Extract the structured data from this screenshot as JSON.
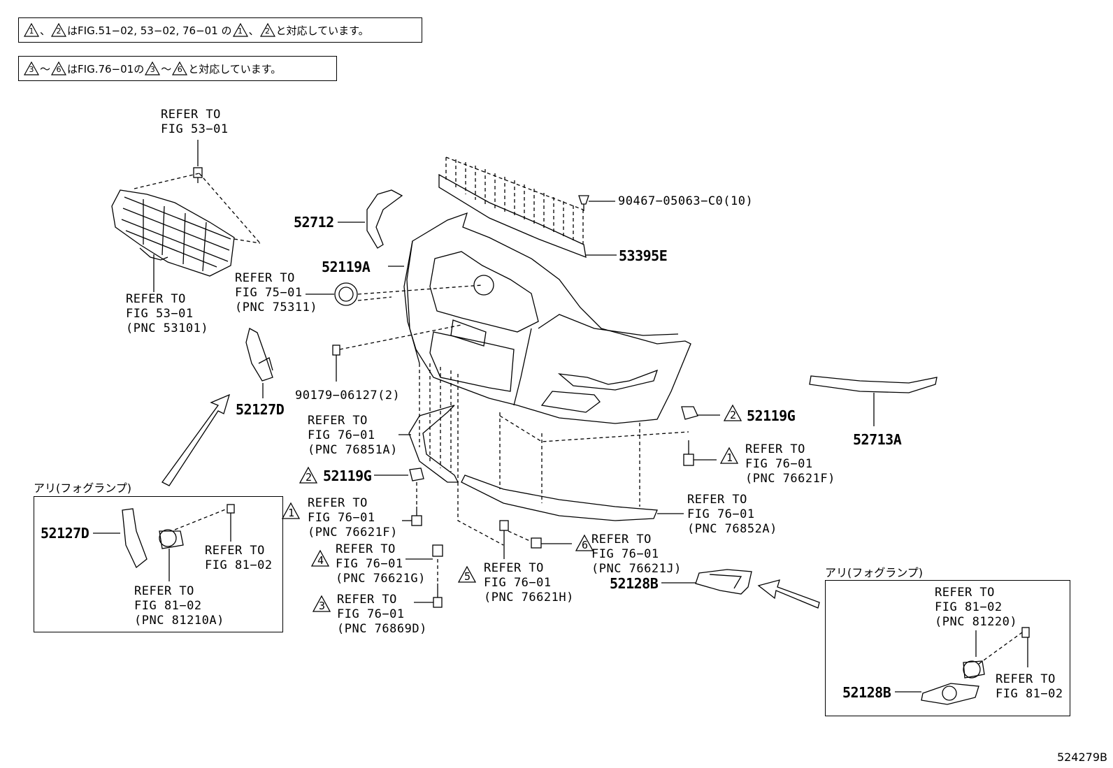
{
  "notes": [
    {
      "text_a": "、",
      "text_b": "はFIG.51−02, 53−02, 76−01 の",
      "text_c": "、",
      "text_d": "と対応しています。"
    },
    {
      "text_a": "〜",
      "text_b": "はFIG.76−01の",
      "text_c": "〜",
      "text_d": "と対応しています。"
    }
  ],
  "triangles": {
    "t1": "1",
    "t2": "2",
    "t3": "3",
    "t4": "4",
    "t5": "5",
    "t6": "6"
  },
  "parts": {
    "p52712": "52712",
    "p52119A": "52119A",
    "p53395E": "53395E",
    "p90467": "90467−05063−C0(10)",
    "p90179": "90179−06127(2)",
    "p52127D": "52127D",
    "p52127D_b": "52127D",
    "p52119G_r": "52119G",
    "p52119G_l": "52119G",
    "p52713A": "52713A",
    "p52128B": "52128B",
    "p52128B_b": "52128B"
  },
  "refs": {
    "r5301_top": "REFER TO\nFIG 53−01",
    "r5301_grille": "REFER TO\nFIG 53−01\n(PNC 53101)",
    "r7501": "REFER TO\nFIG 75−01\n(PNC 75311)",
    "r76851A": "REFER TO\nFIG 76−01\n(PNC 76851A)",
    "r76621F_r": "REFER TO\nFIG 76−01\n(PNC 76621F)",
    "r76621F_l": "REFER TO\nFIG 76−01\n(PNC 76621F)",
    "r76852A": "REFER TO\nFIG 76−01\n(PNC 76852A)",
    "r76621G": "REFER TO\nFIG 76−01\n(PNC 76621G)",
    "r76869D": "REFER TO\nFIG 76−01\n(PNC 76869D)",
    "r76621H": "REFER TO\nFIG 76−01\n(PNC 76621H)",
    "r76621J": "REFER TO\nFIG 76−01\n(PNC 76621J)",
    "r8102_l": "REFER TO\nFIG 81−02",
    "r81210A": "REFER TO\nFIG 81−02\n(PNC 81210A)",
    "r81220": "REFER TO\nFIG 81−02\n(PNC 81220)",
    "r8102_r": "REFER TO\nFIG 81−02"
  },
  "boxes": {
    "left_caption": "アリ(フォグランプ)",
    "right_caption": "アリ(フォグランプ)"
  },
  "figure_id": "524279B"
}
